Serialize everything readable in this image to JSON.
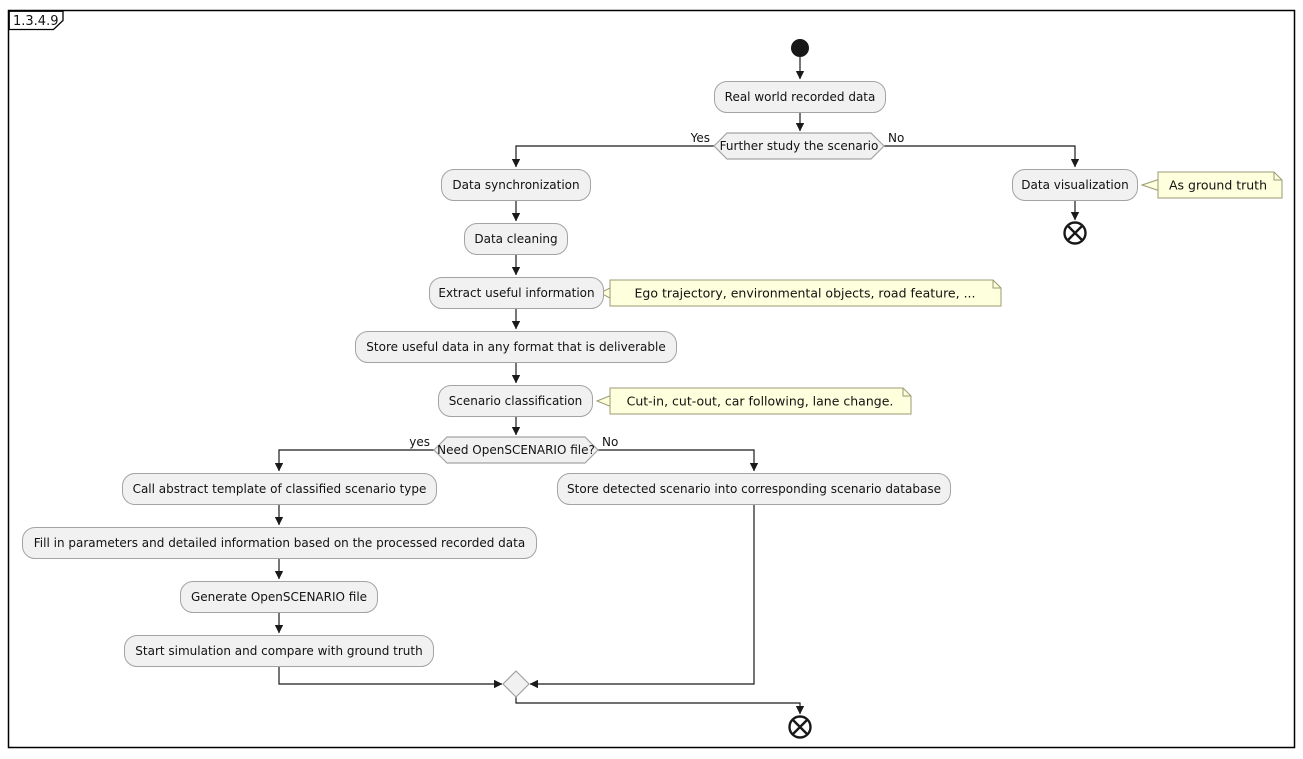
{
  "frame": {
    "title": "1.3.4.9"
  },
  "flow": {
    "start_node": "initial-node",
    "end_node": "flow-final-node",
    "activities": {
      "real_world": "Real world recorded data",
      "data_sync": "Data synchronization",
      "data_cleaning": "Data cleaning",
      "extract_info": "Extract useful information",
      "store_useful": "Store useful data in any format that is deliverable",
      "scenario_class": "Scenario classification",
      "call_template": "Call abstract template of classified scenario type",
      "fill_params": "Fill in parameters and detailed information based on the processed recorded data",
      "generate_osc": "Generate OpenSCENARIO file",
      "start_sim": "Start simulation and compare with ground truth",
      "store_detected": "Store detected scenario into corresponding scenario database",
      "data_viz": "Data visualization"
    },
    "decisions": {
      "further_study": {
        "label": "Further study the scenario",
        "yes_label": "Yes",
        "no_label": "No"
      },
      "need_osc": {
        "label": "Need OpenSCENARIO file?",
        "yes_label": "yes",
        "no_label": "No"
      }
    },
    "notes": {
      "extract_note": "Ego trajectory, environmental objects, road feature, ...",
      "class_note": "Cut-in, cut-out, car following, lane change.",
      "viz_note": "As ground truth"
    }
  },
  "colors": {
    "activity_fill": "#F1F1F1",
    "activity_border": "#A3A3A3",
    "note_fill": "#FEFFDD",
    "note_border": "#9B9B73",
    "edge": "#1A1A1A",
    "start_fill": "#181818"
  }
}
